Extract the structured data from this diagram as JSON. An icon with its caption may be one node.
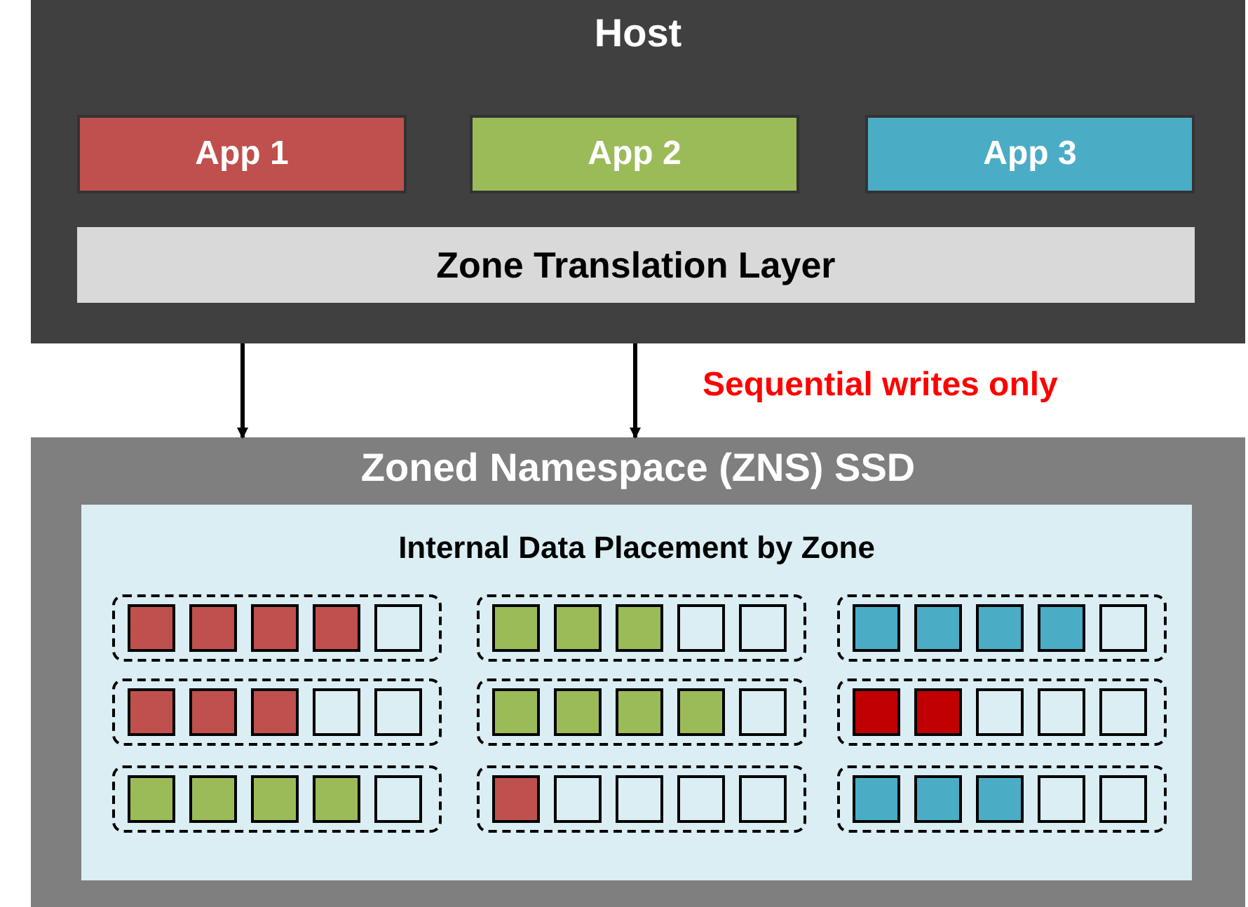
{
  "diagram": {
    "nodes": [
      {
        "text": [
          "Host"
        ]
      },
      {
        "text": [
          "App 1"
        ],
        "in": 0
      },
      {
        "text": [
          "App 2"
        ],
        "in": 0
      },
      {
        "text": [
          "App 3"
        ],
        "in": 0
      },
      {
        "text": [
          "Zone Translation Layer"
        ],
        "in": 0
      },
      {
        "text": [
          "Zoned Namespace (ZNS) SSD"
        ]
      },
      {
        "text": [
          "Internal Data Placement by Zone"
        ],
        "in": 5
      },
      {
        "text": [],
        "shape": "box",
        "in": 6
      },
      {
        "text": [],
        "shape": "box",
        "in": 7
      },
      {
        "text": [],
        "shape": "box",
        "in": 7
      },
      {
        "text": [],
        "shape": "box",
        "in": 7
      },
      {
        "text": [],
        "shape": "box",
        "in": 7
      },
      {
        "text": [],
        "shape": "box",
        "in": 7
      },
      {
        "text": [],
        "shape": "box",
        "in": 6
      },
      {
        "text": [],
        "shape": "box",
        "in": 13
      },
      {
        "text": [],
        "shape": "box",
        "in": 13
      },
      {
        "text": [],
        "shape": "box",
        "in": 13
      },
      {
        "text": [],
        "shape": "box",
        "in": 13
      },
      {
        "text": [],
        "shape": "box",
        "in": 13
      },
      {
        "text": [],
        "shape": "box",
        "in": 6
      },
      {
        "text": [],
        "shape": "box",
        "in": 19
      },
      {
        "text": [],
        "shape": "box",
        "in": 19
      },
      {
        "text": [],
        "shape": "box",
        "in": 19
      },
      {
        "text": [],
        "shape": "box",
        "in": 19
      },
      {
        "text": [],
        "shape": "box",
        "in": 19
      },
      {
        "text": [],
        "shape": "box",
        "in": 6
      },
      {
        "text": [],
        "shape": "box",
        "in": 25
      },
      {
        "text": [],
        "shape": "box",
        "in": 25
      },
      {
        "text": [],
        "shape": "box",
        "in": 25
      },
      {
        "text": [],
        "shape": "box",
        "in": 25
      },
      {
        "text": [],
        "shape": "box",
        "in": 25
      },
      {
        "text": [],
        "shape": "box",
        "in": 6
      },
      {
        "text": [],
        "shape": "box",
        "in": 31
      },
      {
        "text": [],
        "shape": "box",
        "in": 31
      },
      {
        "text": [],
        "shape": "box",
        "in": 31
      },
      {
        "text": [],
        "shape": "box",
        "in": 31
      },
      {
        "text": [],
        "shape": "box",
        "in": 31
      },
      {
        "text": [],
        "shape": "box",
        "in": 6
      },
      {
        "text": [],
        "shape": "box",
        "in": 37
      },
      {
        "text": [],
        "shape": "box",
        "in": 37
      },
      {
        "text": [],
        "shape": "box",
        "in": 37
      },
      {
        "text": [],
        "shape": "box",
        "in": 37
      },
      {
        "text": [],
        "shape": "box",
        "in": 37
      },
      {
        "text": [],
        "shape": "box",
        "in": 6
      },
      {
        "text": [],
        "shape": "box",
        "in": 43
      },
      {
        "text": [],
        "shape": "box",
        "in": 43
      },
      {
        "text": [],
        "shape": "box",
        "in": 43
      },
      {
        "text": [],
        "shape": "box",
        "in": 43
      },
      {
        "text": [],
        "shape": "box",
        "in": 43
      },
      {
        "text": [],
        "shape": "box",
        "in": 6
      },
      {
        "text": [],
        "shape": "box",
        "in": 49
      },
      {
        "text": [],
        "shape": "box",
        "in": 49
      },
      {
        "text": [],
        "shape": "box",
        "in": 49
      },
      {
        "text": [],
        "shape": "box",
        "in": 49
      },
      {
        "text": [],
        "shape": "box",
        "in": 49
      },
      {
        "text": [],
        "shape": "box",
        "in": 6
      },
      {
        "text": [],
        "shape": "box",
        "in": 55
      },
      {
        "text": [],
        "shape": "box",
        "in": 55
      },
      {
        "text": [],
        "shape": "box",
        "in": 55
      },
      {
        "text": [],
        "shape": "box",
        "in": 55
      },
      {
        "text": [],
        "shape": "box",
        "in": 55
      }
    ],
    "edges": [
      {
        "from": 0,
        "to": 5,
        "arrow": "to"
      },
      {
        "from": 0,
        "to": 5,
        "arrow": "to",
        "label": "Sequential writes only"
      }
    ]
  }
}
